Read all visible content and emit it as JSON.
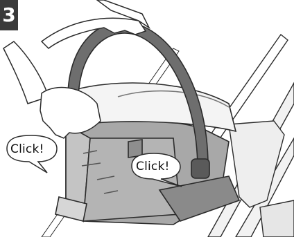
{
  "step": {
    "number": "3"
  },
  "callouts": [
    {
      "text": "Click!"
    },
    {
      "text": "Click!"
    }
  ],
  "colors": {
    "line": "#2b2b2b",
    "handle": "#6e6e6e",
    "seat_dark": "#9a9a9a",
    "seat_light": "#dcdcdc",
    "frame": "#e8e8e8",
    "badge": "#3a3a3a"
  },
  "icons": [
    "hand-icon",
    "speech-bubble-icon"
  ]
}
